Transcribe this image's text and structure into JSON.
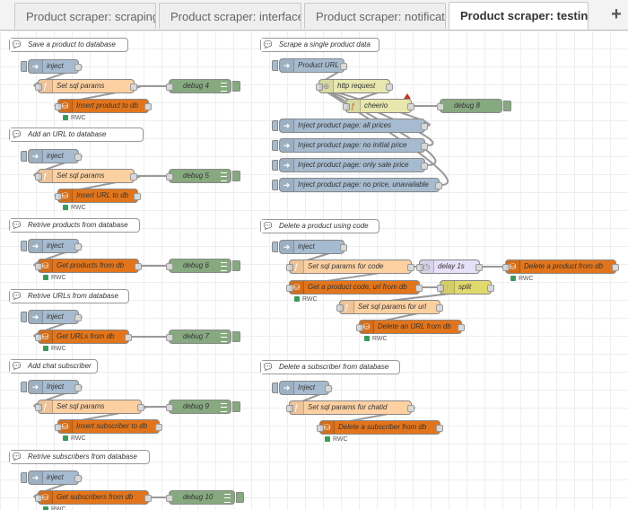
{
  "tabs": [
    {
      "label": "Product scraper: scraping",
      "active": false
    },
    {
      "label": "Product scraper: interface",
      "active": false
    },
    {
      "label": "Product scraper: notification",
      "active": false
    },
    {
      "label": "Product scraper: testing",
      "active": true
    }
  ],
  "add_tab_icon": "plus-icon",
  "colors": {
    "inject": "#a6bbcf",
    "function": "#fdd0a2",
    "mysql": "#e2751c",
    "debug": "#87a980",
    "http": "#e7e7ae",
    "delay": "#e6e0f8",
    "split": "#e2d96e",
    "status_connected": "#3a9a5a"
  },
  "comments": {
    "c1": "Save a product to database",
    "c2": "Add an URL to database",
    "c3": "Retrive products from database",
    "c4": "Retrive URLs from database",
    "c5": "Add chat subscriber",
    "c6": "Retrive subscribers from database",
    "c7": "Scrape a single product data",
    "c8": "Delete a product using code",
    "c9": "Delete a subscriber from database"
  },
  "nodes": {
    "inj1": "inject",
    "fn1": "Set sql params",
    "db1": "Insert product to db",
    "dbg1": "debug 4",
    "inj2": "inject",
    "fn2": "Set sql params",
    "db2": "Insert URL to db",
    "dbg2": "debug 5",
    "inj3": "inject",
    "db3": "Get products from db",
    "dbg3": "debug 6",
    "inj4": "inject",
    "db4": "Get URLs from db",
    "dbg4": "debug 7",
    "inj5": "Inject",
    "fn5": "Set sql params",
    "db5": "Insert subscriber to db",
    "dbg5": "debug 9",
    "inj6": "inject",
    "db6": "Get subscribers from db",
    "dbg6": "debug 10",
    "inj7": "Product URL inject",
    "http7": "http request",
    "cheerio7": "cheerio",
    "dbg7": "debug 8",
    "inj7a": "Inject product page: all prices",
    "inj7b": "Inject product page: no initial price",
    "inj7c": "Inject product page: only sale price",
    "inj7d": "Inject product page: no price, unavailable",
    "inj8": "inject",
    "fn8a": "Set sql params for code",
    "delay8": "delay 1s",
    "db8a": "Delete a product from db",
    "db8b": "Get a product code, url from db",
    "split8": "split",
    "fn8b": "Set sql params for url",
    "db8c": "Delete an URL from db",
    "inj9": "Inject",
    "fn9": "Set sql params for chatid",
    "db9": "Delete a subscriber from db"
  },
  "status_label": "RWC"
}
